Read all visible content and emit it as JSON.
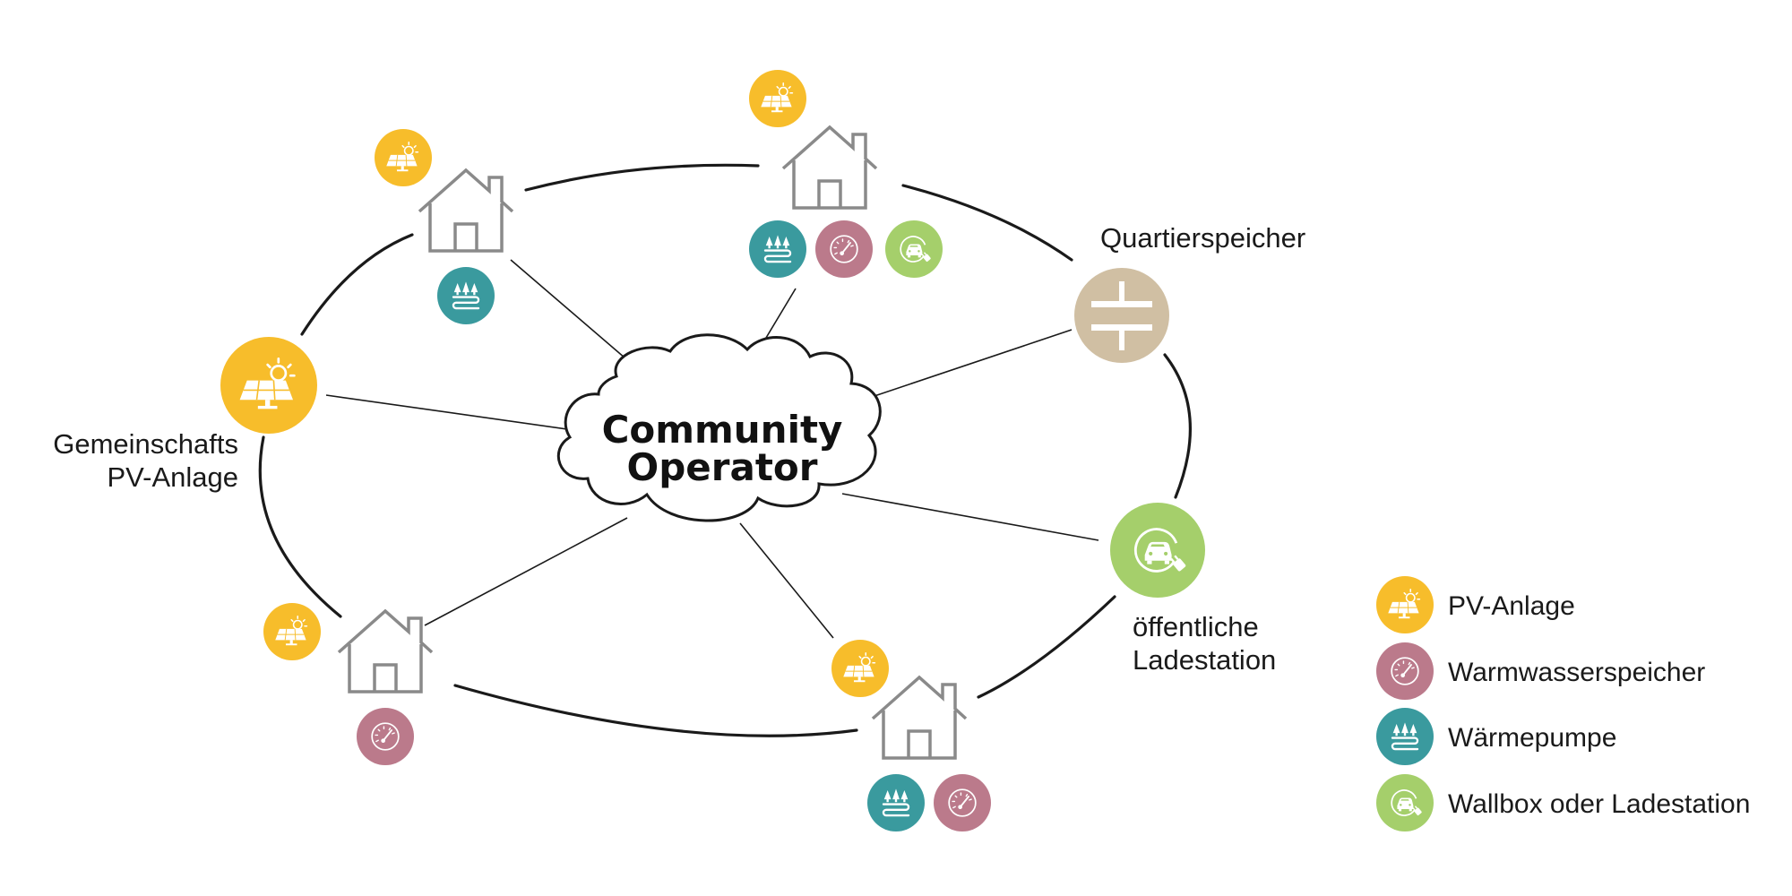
{
  "colors": {
    "pv": "#F7BD2B",
    "warmwasser": "#BB7A8B",
    "waermepumpe": "#3A9A9E",
    "wallbox": "#A5CF6B",
    "speicher": "#D0BFA3",
    "house": "#8A8A8A",
    "lines": "#1a1a1a"
  },
  "center": {
    "line1": "Community",
    "line2": "Operator"
  },
  "labels": {
    "gemeinschafts_line1": "Gemeinschafts",
    "gemeinschafts_line2": "PV-Anlage",
    "quartierspeicher": "Quartierspeicher",
    "ladestation_line1": "öffentliche",
    "ladestation_line2": "Ladestation"
  },
  "legend": [
    {
      "icon": "solar-panel-icon",
      "label": "PV-Anlage"
    },
    {
      "icon": "gauge-icon",
      "label": "Warmwasserspeicher"
    },
    {
      "icon": "heat-pump-icon",
      "label": "Wärmepumpe"
    },
    {
      "icon": "ev-charger-icon",
      "label": "Wallbox oder Ladestation"
    }
  ]
}
